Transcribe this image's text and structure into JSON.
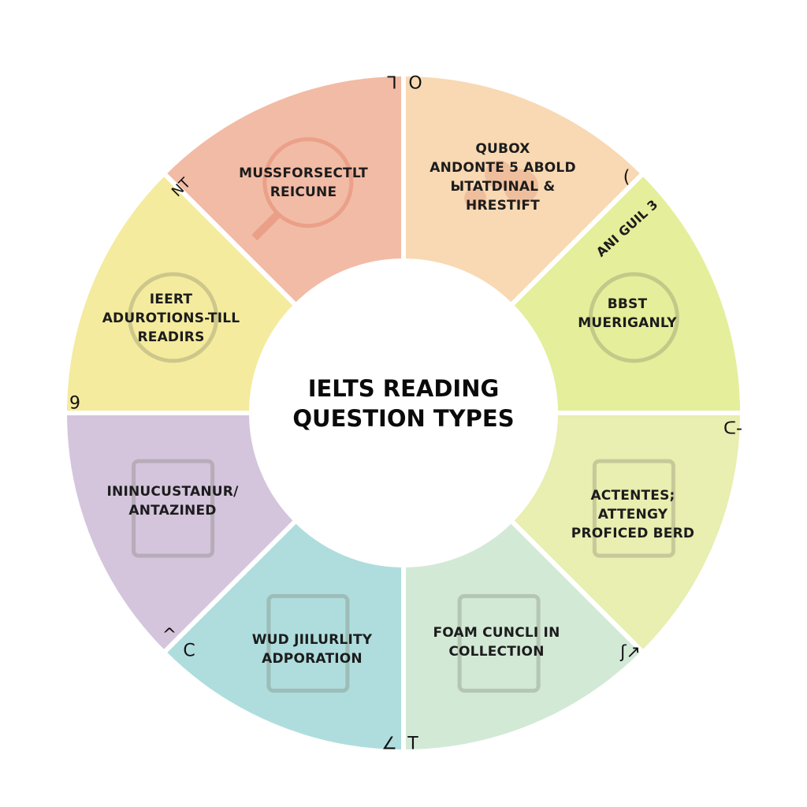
{
  "diagram": {
    "title_lines": [
      "IELTS READING",
      "QUESTION TYPES"
    ],
    "segments": [
      {
        "id": "top-left",
        "color": "#F2BBA5",
        "icon": "magnifier-icon",
        "label_lines": [
          "MUSSFORSECTLT",
          "REICUNE"
        ]
      },
      {
        "id": "top-right",
        "color": "#F8D9B3",
        "icon": "dots-icon",
        "label_lines": [
          "QUBOX",
          "ANDONTE 5 ABOLD",
          "ЫTATDINAL &",
          "HRESTIFT"
        ]
      },
      {
        "id": "right-upper",
        "color": "#E5EE9A",
        "icon": "badge-icon",
        "label_lines": [
          "BBST",
          "MUERIGANLY"
        ],
        "edge_text": "ANI GUIL 3"
      },
      {
        "id": "right-lower",
        "color": "#E9EEB1",
        "icon": "document-icon",
        "label_lines": [
          "ACTENTES;",
          "ATTENGY",
          "PROFICED BERD"
        ]
      },
      {
        "id": "bottom-right",
        "color": "#D2E9D6",
        "icon": "watch-icon",
        "label_lines": [
          "FOAM CUNCLI IN",
          "COLLECTION"
        ]
      },
      {
        "id": "bottom-left",
        "color": "#AFDDDD",
        "icon": "id-card-icon",
        "label_lines": [
          "WUD JIILURLITY",
          "ADPORATION"
        ]
      },
      {
        "id": "left-lower",
        "color": "#D4C5DD",
        "icon": "open-book-icon",
        "label_lines": [
          "ININUCUSTANUR/",
          "ANTAZINED"
        ]
      },
      {
        "id": "left-upper",
        "color": "#F4EB9E",
        "icon": "reader-icon",
        "label_lines": [
          "IEERT",
          "ADUROTIONS-TILL",
          "READIRS"
        ]
      }
    ],
    "edge_glyphs": [
      {
        "text": "ᒣ",
        "pos": "top-left-of-top"
      },
      {
        "text": "O",
        "pos": "top-right-of-top"
      },
      {
        "text": "(",
        "pos": "upper-right-diagonal"
      },
      {
        "text": "ᑕ-",
        "pos": "right-horizontal"
      },
      {
        "text": "ʃ↗",
        "pos": "lower-right-diagonal"
      },
      {
        "text": "∠",
        "pos": "bottom-left-of-bottom"
      },
      {
        "text": "T",
        "pos": "bottom-right-of-bottom"
      },
      {
        "text": "^",
        "pos": "lower-left-diagonal-a"
      },
      {
        "text": "C",
        "pos": "lower-left-diagonal-b"
      },
      {
        "text": "9",
        "pos": "left-horizontal"
      },
      {
        "text": "NT",
        "pos": "upper-left-diagonal"
      }
    ]
  }
}
